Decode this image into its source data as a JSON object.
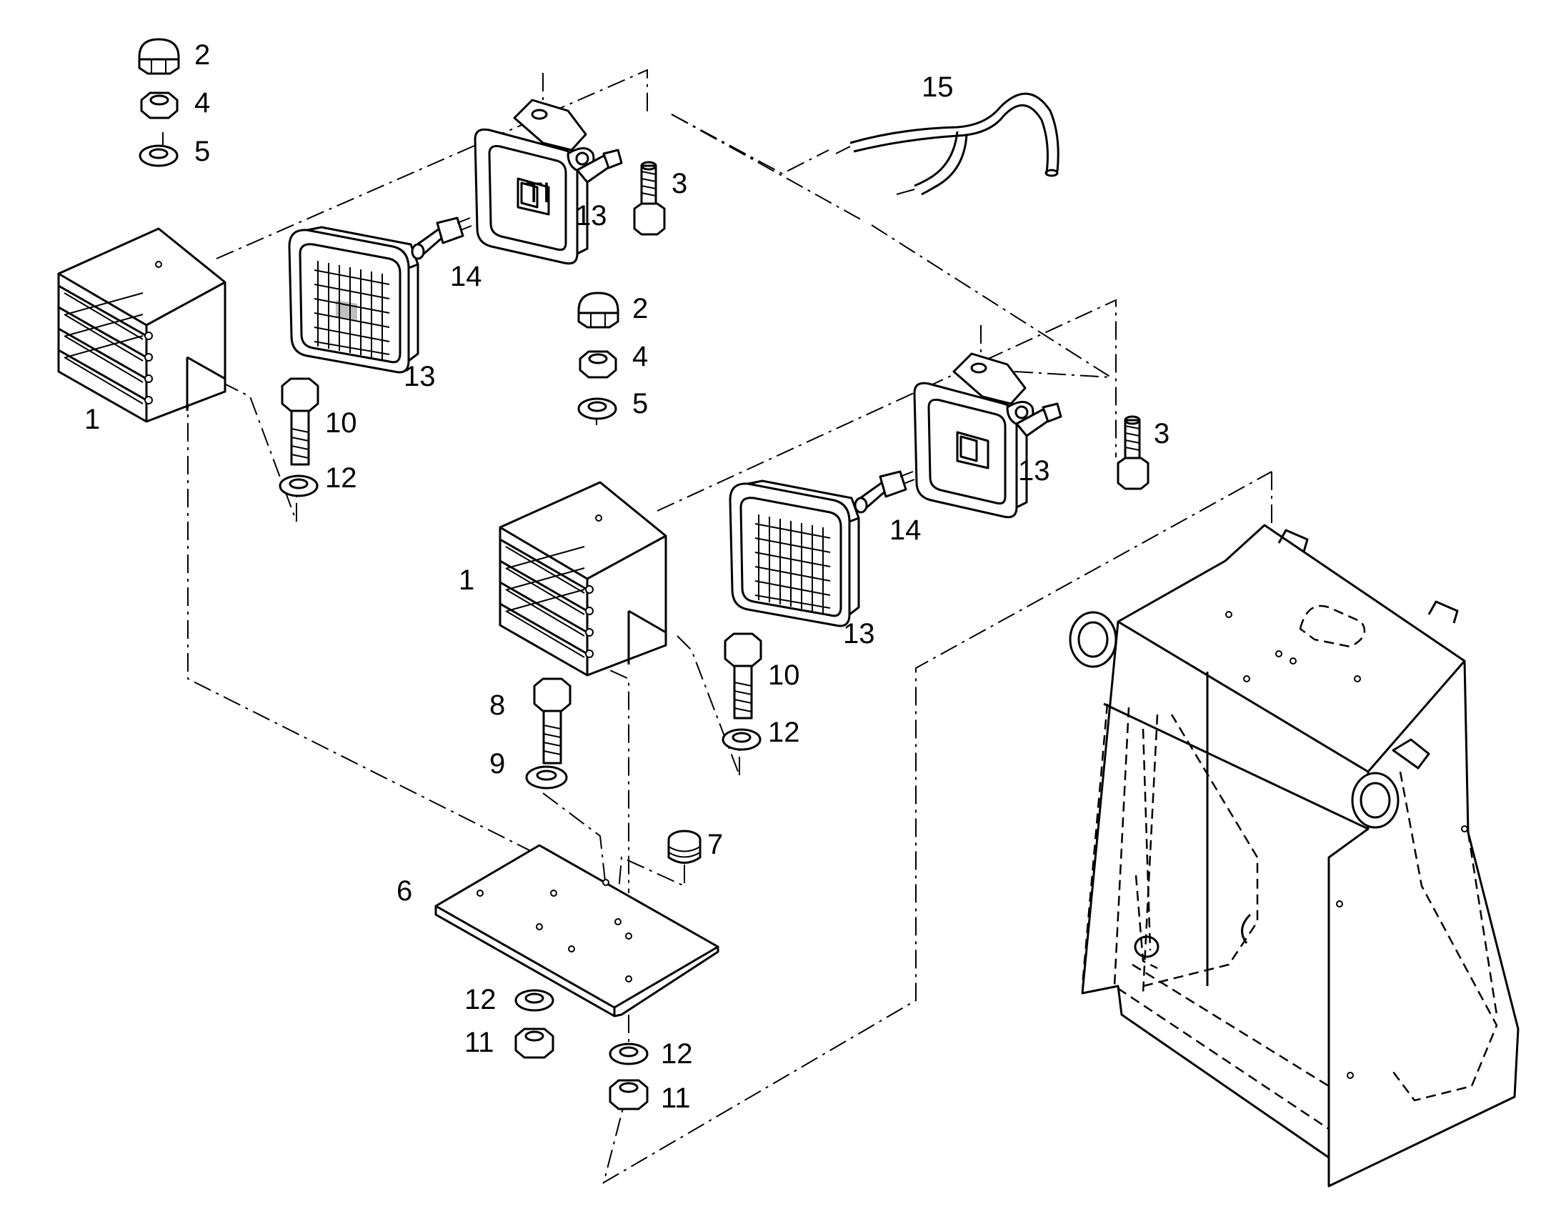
{
  "callouts": [
    {
      "id": "c1a",
      "text": "1"
    },
    {
      "id": "c2a",
      "text": "2"
    },
    {
      "id": "c4a",
      "text": "4"
    },
    {
      "id": "c5a",
      "text": "5"
    },
    {
      "id": "c13a",
      "text": "13"
    },
    {
      "id": "c14a",
      "text": "14"
    },
    {
      "id": "c13b",
      "text": "13"
    },
    {
      "id": "c3a",
      "text": "3"
    },
    {
      "id": "c15",
      "text": "15"
    },
    {
      "id": "c10a",
      "text": "10"
    },
    {
      "id": "c12a",
      "text": "12"
    },
    {
      "id": "c2b",
      "text": "2"
    },
    {
      "id": "c4b",
      "text": "4"
    },
    {
      "id": "c5b",
      "text": "5"
    },
    {
      "id": "c1b",
      "text": "1"
    },
    {
      "id": "c13c",
      "text": "13"
    },
    {
      "id": "c14b",
      "text": "14"
    },
    {
      "id": "c13d",
      "text": "13"
    },
    {
      "id": "c3b",
      "text": "3"
    },
    {
      "id": "c10b",
      "text": "10"
    },
    {
      "id": "c12b",
      "text": "12"
    },
    {
      "id": "c8",
      "text": "8"
    },
    {
      "id": "c9",
      "text": "9"
    },
    {
      "id": "c7",
      "text": "7"
    },
    {
      "id": "c6",
      "text": "6"
    },
    {
      "id": "c12c",
      "text": "12"
    },
    {
      "id": "c11a",
      "text": "11"
    },
    {
      "id": "c12d",
      "text": "12"
    },
    {
      "id": "c11b",
      "text": "11"
    }
  ],
  "lamp_label": "TI"
}
